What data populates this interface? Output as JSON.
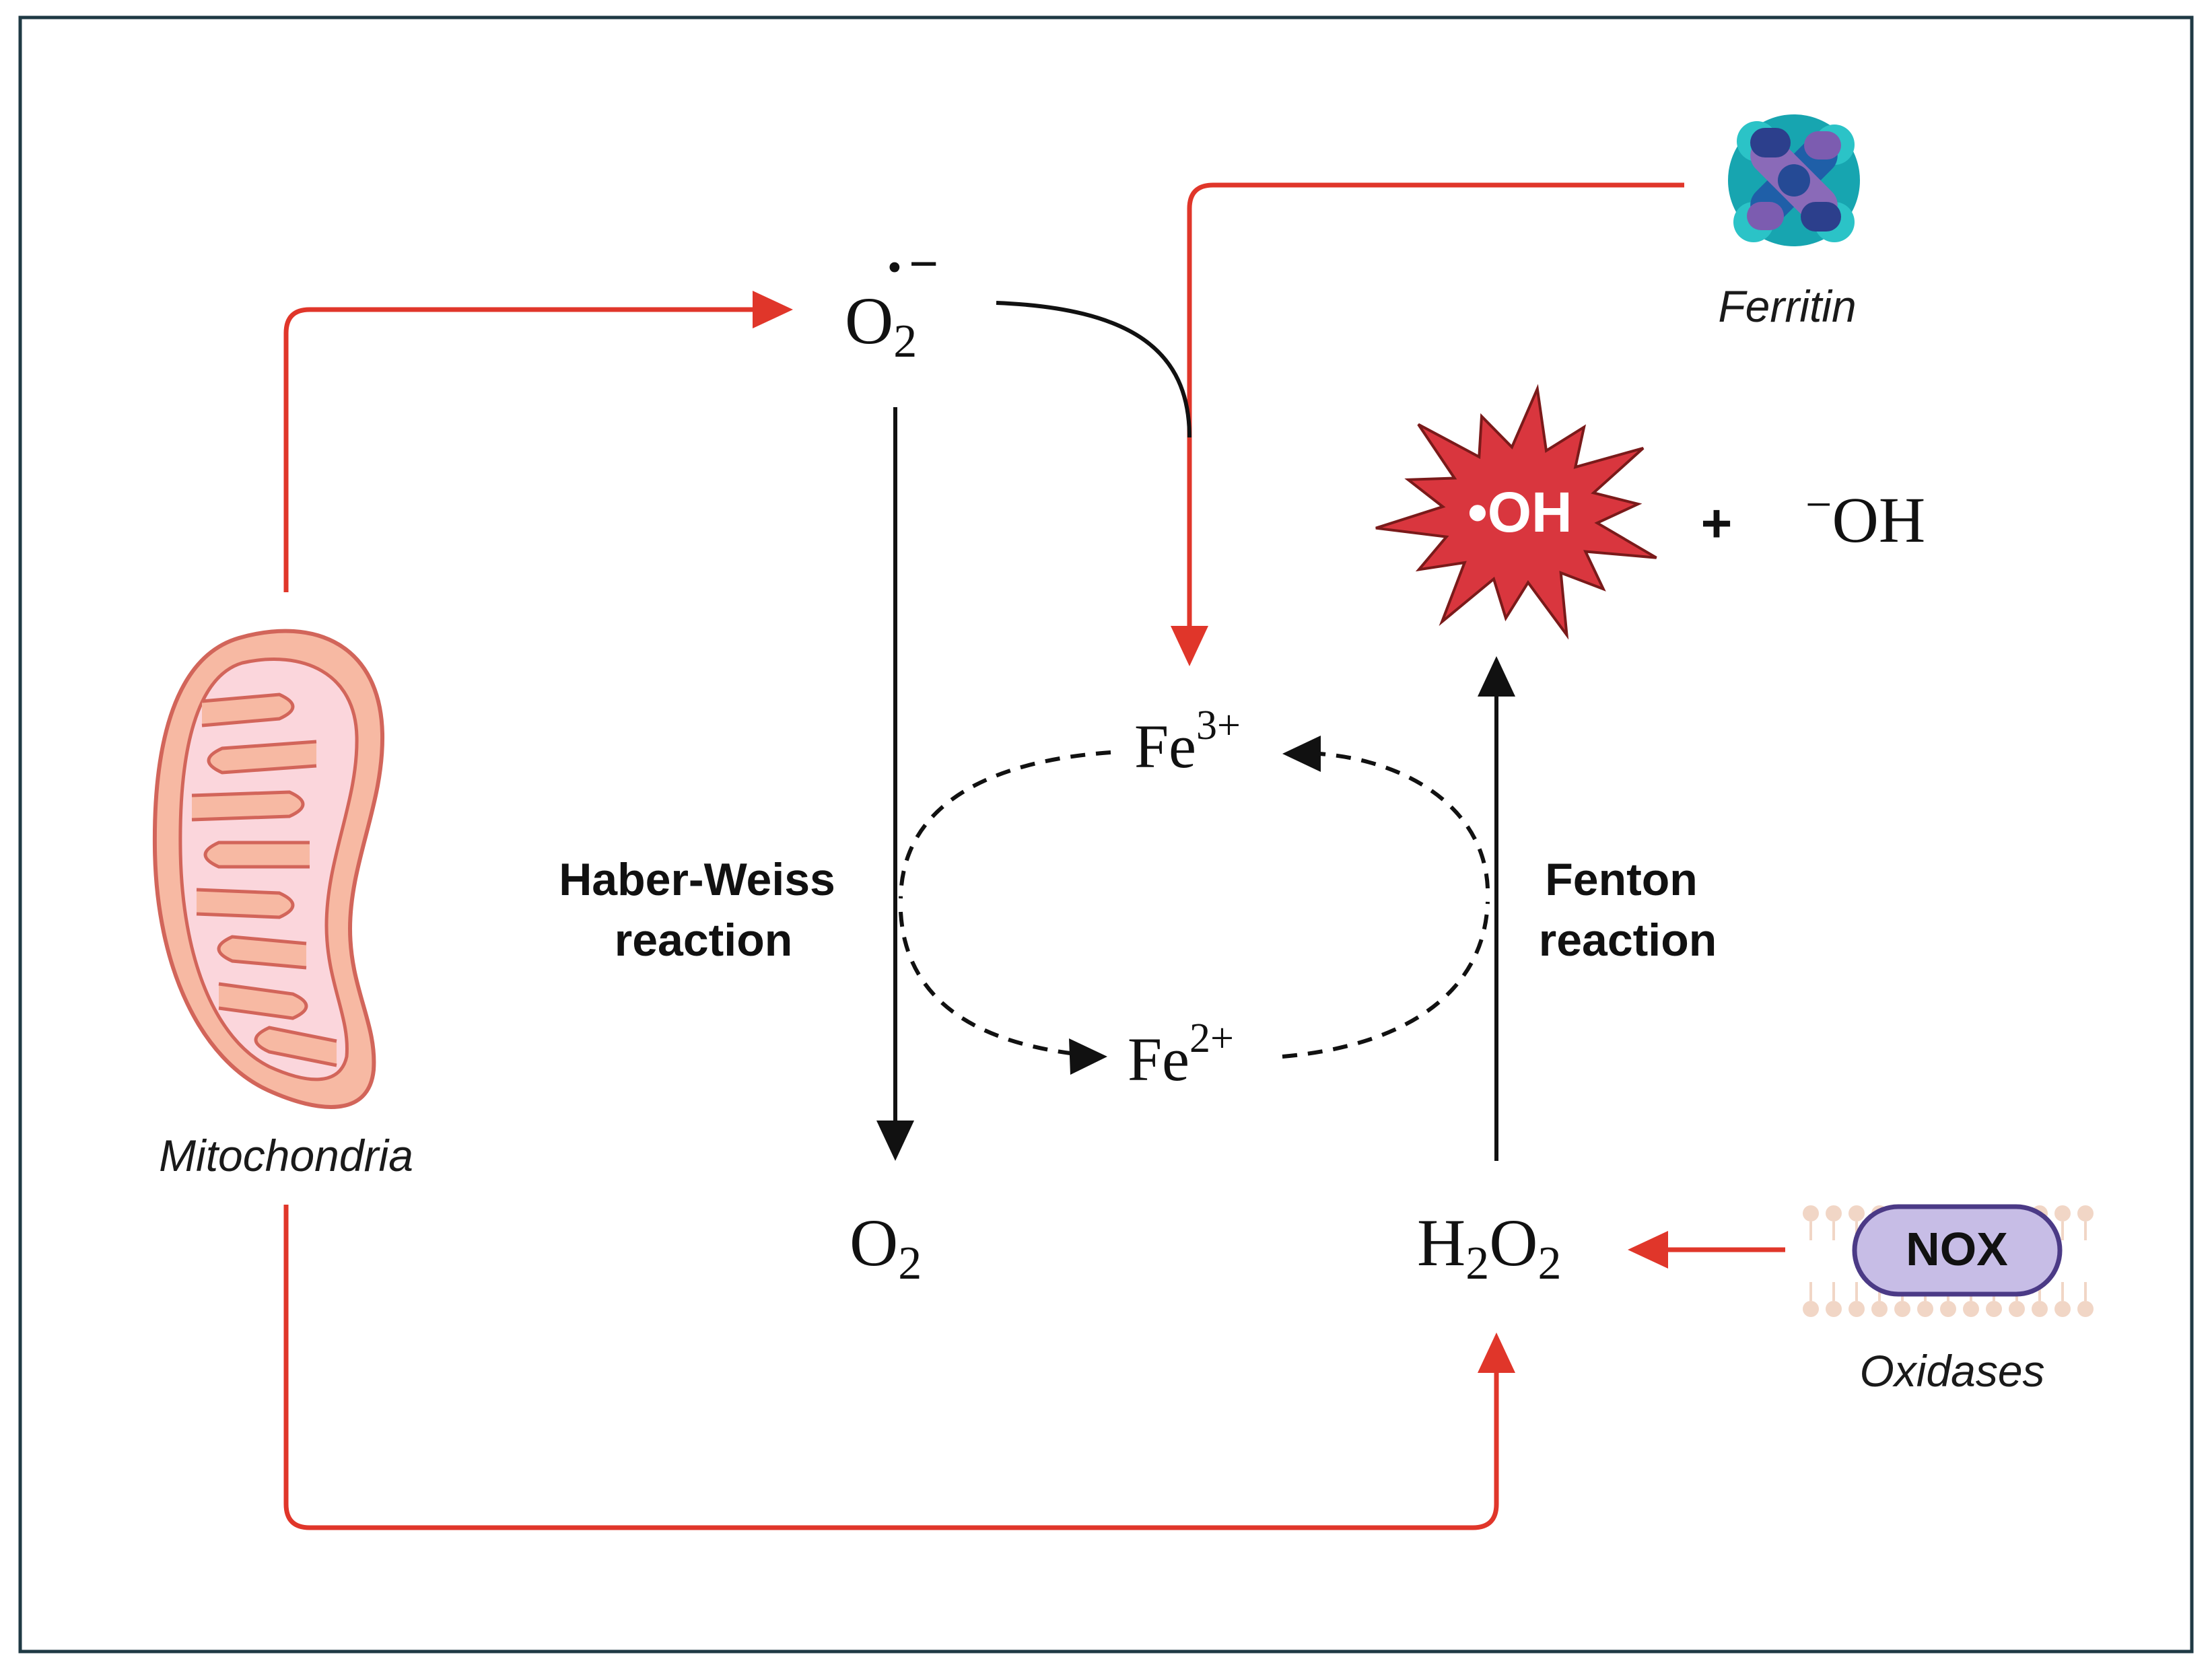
{
  "species": {
    "superoxide": {
      "base": "O",
      "sub": "2",
      "radical_dot": "•",
      "charge": "−"
    },
    "oxygen": {
      "base": "O",
      "sub": "2"
    },
    "peroxide": {
      "h": "H",
      "h_sub": "2",
      "o": "O",
      "o_sub": "2"
    },
    "ferric": {
      "base": "Fe",
      "sup": "3+"
    },
    "ferrous": {
      "base": "Fe",
      "sup": "2+"
    },
    "hydroxyl_radical": "•OH",
    "plus": "+",
    "hydroxide": {
      "charge": "−",
      "base": "OH"
    }
  },
  "reactions": {
    "haber_weiss": [
      "Haber-Weiss",
      "reaction"
    ],
    "fenton": [
      "Fenton",
      "reaction"
    ]
  },
  "sources": {
    "mitochondria": "Mitochondria",
    "ferritin": "Ferritin",
    "oxidases": "Oxidases",
    "nox": "NOX"
  },
  "colors": {
    "red_arrow": "#e0362a",
    "black_arrow": "#111111",
    "frame": "#1f3a44",
    "burst_fill": "#d9363e",
    "mito_fill": "#f7b9a3",
    "mito_inner": "#fbd6dc",
    "mito_stroke": "#d2655a",
    "nox_fill": "#c7bde6",
    "nox_stroke": "#4b3a86",
    "membrane": "#f1d6c6"
  },
  "icons": [
    "mitochondria-icon",
    "ferritin-icon",
    "nox-membrane-icon",
    "hydroxyl-burst-icon"
  ]
}
